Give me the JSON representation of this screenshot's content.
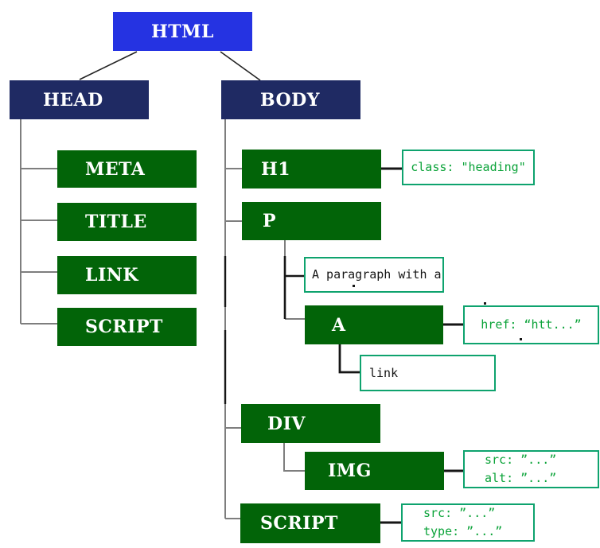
{
  "nodes": {
    "html": {
      "label": "HTML"
    },
    "head": {
      "label": "HEAD"
    },
    "body": {
      "label": "BODY"
    },
    "meta": {
      "label": "META"
    },
    "title": {
      "label": "TITLE"
    },
    "link": {
      "label": "LINK"
    },
    "script_head": {
      "label": "SCRIPT"
    },
    "h1": {
      "label": "H1"
    },
    "p": {
      "label": "P"
    },
    "a": {
      "label": "A"
    },
    "div": {
      "label": "DIV"
    },
    "img": {
      "label": "IMG"
    },
    "script_body": {
      "label": "SCRIPT"
    }
  },
  "annotations": {
    "h1_class": {
      "lines": [
        "class: \"heading\""
      ]
    },
    "p_text": {
      "lines": [
        "A paragraph with a"
      ]
    },
    "a_href": {
      "lines": [
        "href: “htt...”"
      ]
    },
    "a_text": {
      "lines": [
        "link"
      ]
    },
    "img_attrs": {
      "lines": [
        "src: ”...”",
        "alt: ”...”"
      ]
    },
    "script_attrs": {
      "lines": [
        "src: ”...”",
        "type: ”...”"
      ]
    }
  },
  "colors": {
    "root_blue": "#2533E2",
    "branch_navy": "#1F2A63",
    "element_green": "#026408",
    "annotation_border_teal": "#0EA36E",
    "annotation_text_green": "#0BA339",
    "connector_gray": "#7E7E7E",
    "connector_black": "#161616"
  }
}
